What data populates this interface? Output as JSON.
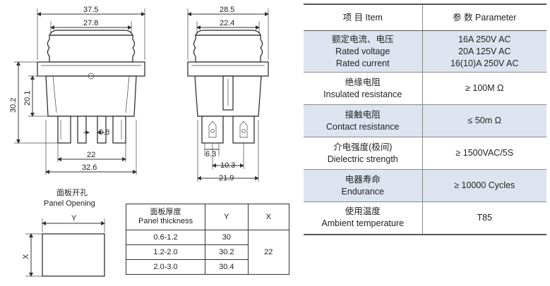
{
  "front_view": {
    "dims": {
      "overall_width": "37.5",
      "inner_width": "27.8",
      "total_height": "30.2",
      "body_height": "20.1",
      "terminal_gap": "0.8",
      "terminal_span": "22",
      "bottom_width": "32.6"
    }
  },
  "side_view": {
    "dims": {
      "overall_depth": "28.5",
      "inner_depth": "22.4",
      "terminal_width": "6.3",
      "terminal_pitch": "10.3",
      "bottom_depth": "21.9"
    }
  },
  "panel_opening": {
    "title_cn": "面板开孔",
    "title_en": "Panel Opening",
    "y_label": "Y",
    "x_label": "X"
  },
  "thickness_table": {
    "header": {
      "thickness_cn": "面板厚度",
      "thickness_en": "Panel thickness",
      "y": "Y",
      "x": "X"
    },
    "rows": [
      {
        "thickness": "0.6-1.2",
        "y": "30"
      },
      {
        "thickness": "1.2-2.0",
        "y": "30.2"
      },
      {
        "thickness": "2.0-3.0",
        "y": "30.4"
      }
    ],
    "x_value": "22"
  },
  "parameter_table": {
    "header": {
      "item": "项 目   Item",
      "parameter": "参 数   Parameter"
    },
    "rows": [
      {
        "item": [
          "额定电流、电压",
          "Rated voltage",
          "Rated current"
        ],
        "value": [
          "16A 250V AC",
          "20A 125V AC",
          "16(10)A 250V AC"
        ],
        "shaded": true
      },
      {
        "item": [
          "绝缘电阻",
          "Insulated resistance"
        ],
        "value": [
          "≥ 100M Ω"
        ],
        "shaded": false
      },
      {
        "item": [
          "接触电阻",
          "Contact resistance"
        ],
        "value": [
          "≤ 50m Ω"
        ],
        "shaded": true
      },
      {
        "item": [
          "介电强度(极间)",
          "Dielectric strength"
        ],
        "value": [
          "≥ 1500VAC/5S"
        ],
        "shaded": false
      },
      {
        "item": [
          "电器寿命",
          "Endurance"
        ],
        "value": [
          "≥ 10000 Cycles"
        ],
        "shaded": true
      },
      {
        "item": [
          "使用温度",
          "Ambient temperature"
        ],
        "value": [
          "T85"
        ],
        "shaded": false
      }
    ]
  }
}
